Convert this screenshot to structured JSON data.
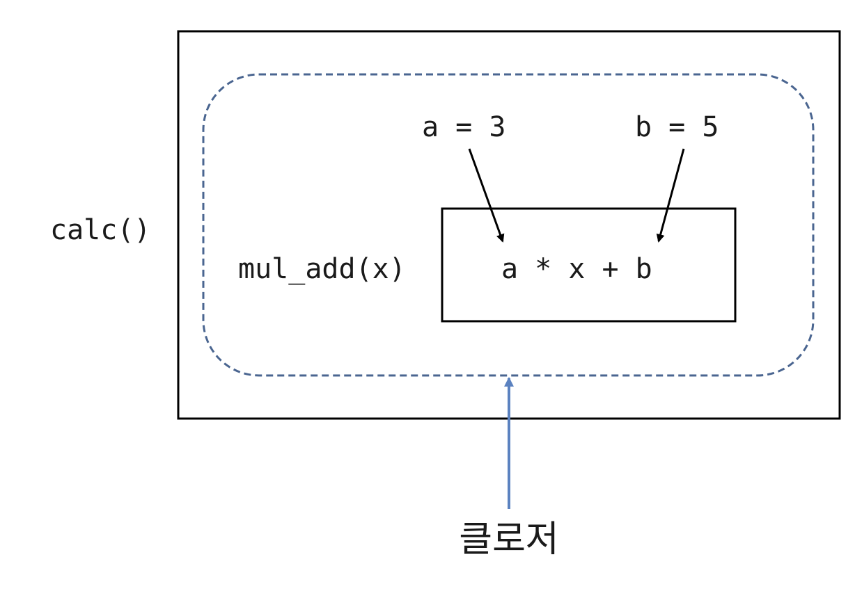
{
  "outer_function": {
    "label": "calc()"
  },
  "closure_scope": {
    "variables": [
      {
        "text": "a = 3"
      },
      {
        "text": "b = 5"
      }
    ]
  },
  "inner_function": {
    "label": "mul_add(x)",
    "expression": "a * x + b"
  },
  "closure_label": {
    "text": "클로저"
  },
  "colors": {
    "outline": "#000000",
    "closure_boundary": "#4a6590",
    "closure_pointer": "#5b82c0",
    "text": "#1a1a1a"
  }
}
